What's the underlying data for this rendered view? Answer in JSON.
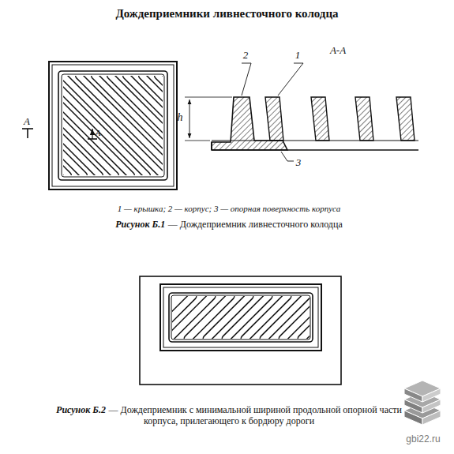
{
  "diagram": {
    "title": "Дождеприемники ливнесточного колодца",
    "labels": [
      "А",
      "А",
      "2",
      "1",
      "А-А",
      "h",
      "3",
      "1 — крышка; 2 — корпус; 3 — опорная поверхность корпуса",
      "Рисунок Б.1",
      "— Дождеприемник ливнесточного колодца",
      "Рисунок Б.2",
      "— Дождеприемник с минимальной шириной продольной опорной части корпуса, прилегающего к бордюру дороги",
      "gbi22.ru"
    ]
  }
}
